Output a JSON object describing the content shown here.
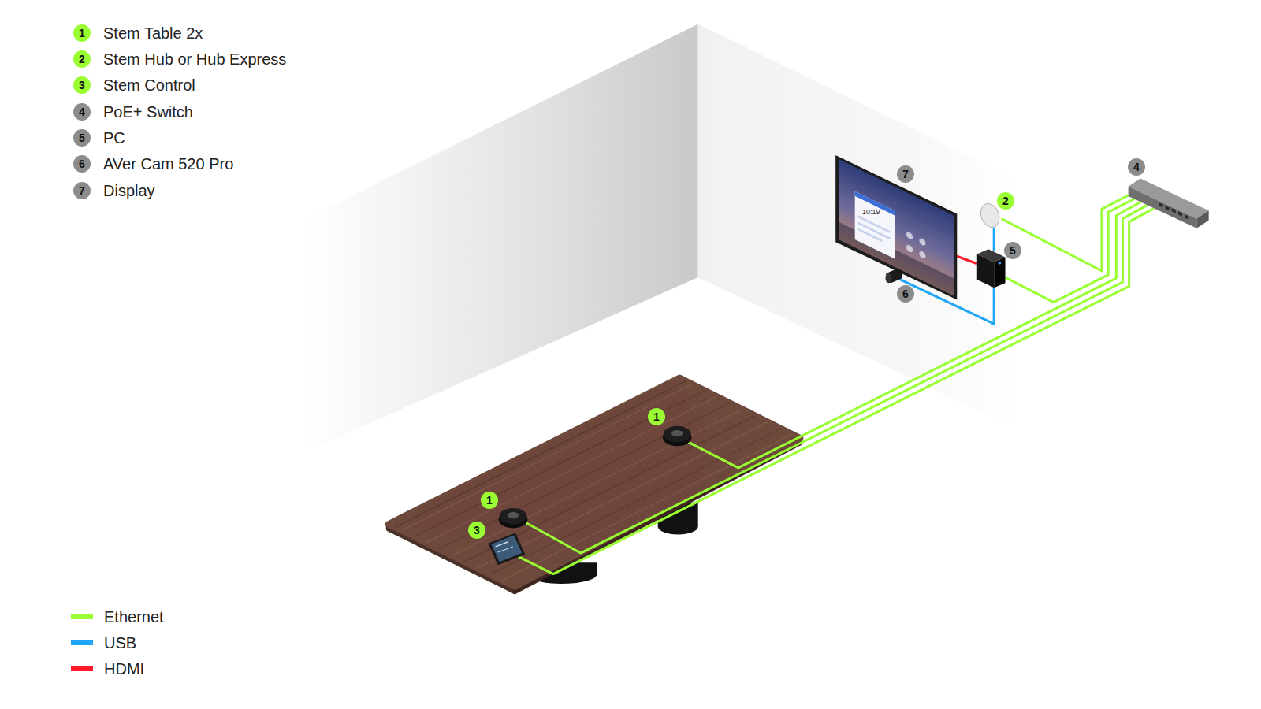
{
  "diagram": {
    "nodes": [
      {
        "text": [
          "1",
          "Stem Table 2x"
        ]
      },
      {
        "text": [
          "2",
          "Stem Hub or Hub Express"
        ]
      },
      {
        "text": [
          "3",
          "Stem Control"
        ]
      },
      {
        "text": [
          "4",
          "PoE+ Switch"
        ]
      },
      {
        "text": [
          "5",
          "PC"
        ]
      },
      {
        "text": [
          "6",
          "AVer Cam 520 Pro"
        ]
      },
      {
        "text": [
          "7",
          "Display"
        ]
      },
      {
        "text": [
          "4"
        ]
      },
      {
        "text": [
          "7"
        ]
      },
      {
        "text": [
          "2"
        ]
      },
      {
        "text": [
          "5"
        ]
      },
      {
        "text": [
          "6"
        ]
      },
      {
        "text": [
          "1"
        ]
      },
      {
        "text": [
          "1"
        ]
      },
      {
        "text": [
          "3"
        ]
      }
    ],
    "labels": [
      "10:19"
    ],
    "legend": [
      {
        "text": "Ethernet",
        "color": "#99ff33"
      },
      {
        "text": "USB",
        "color": "#1fa5f5"
      },
      {
        "text": "HDMI",
        "color": "#ff1a2b"
      }
    ]
  }
}
